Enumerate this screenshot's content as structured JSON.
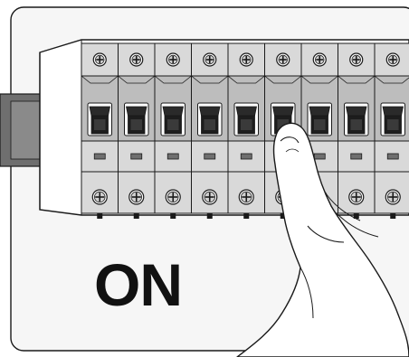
{
  "caption": "ON",
  "illustration": {
    "breaker_count": 9,
    "active_breaker_index": 5,
    "colors": {
      "frame_fill": "#f6f6f6",
      "breaker_gray": "#bdbdbd",
      "breaker_light": "#d9d9d9",
      "toggle_dark": "#2a2a2a",
      "rail_dark": "#6f6f6f",
      "outline": "#1a1a1a"
    }
  }
}
